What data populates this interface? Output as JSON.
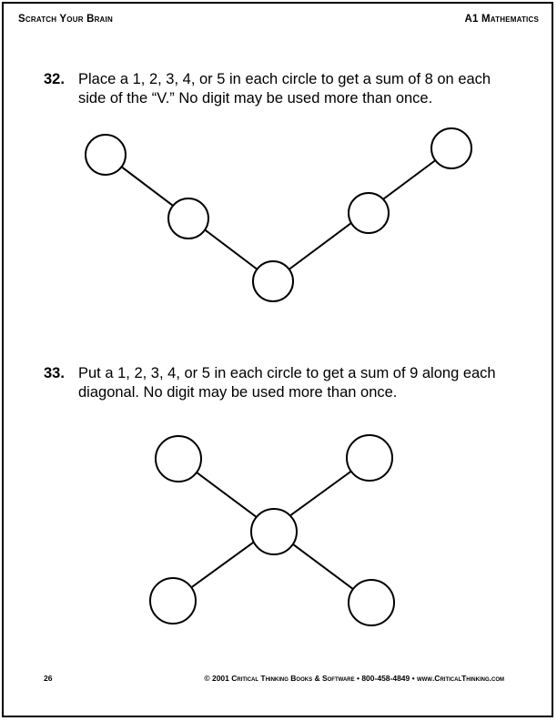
{
  "header": {
    "left": "Scratch Your Brain",
    "right": "A1 Mathematics"
  },
  "problems": [
    {
      "number": "32.",
      "text": "Place a 1, 2, 3, 4, or 5 in each circle to get a sum of 8 on each side of the “V.” No digit may be used more than once."
    },
    {
      "number": "33.",
      "text": "Put a 1, 2, 3, 4, or 5 in each circle to get a sum of 9 along each diagonal. No digit may be used more than once."
    }
  ],
  "footer": {
    "page_number": "26",
    "copyright": "© 2001 Critical Thinking Books & Software • 800-458-4849 • www.CriticalThinking.com"
  }
}
